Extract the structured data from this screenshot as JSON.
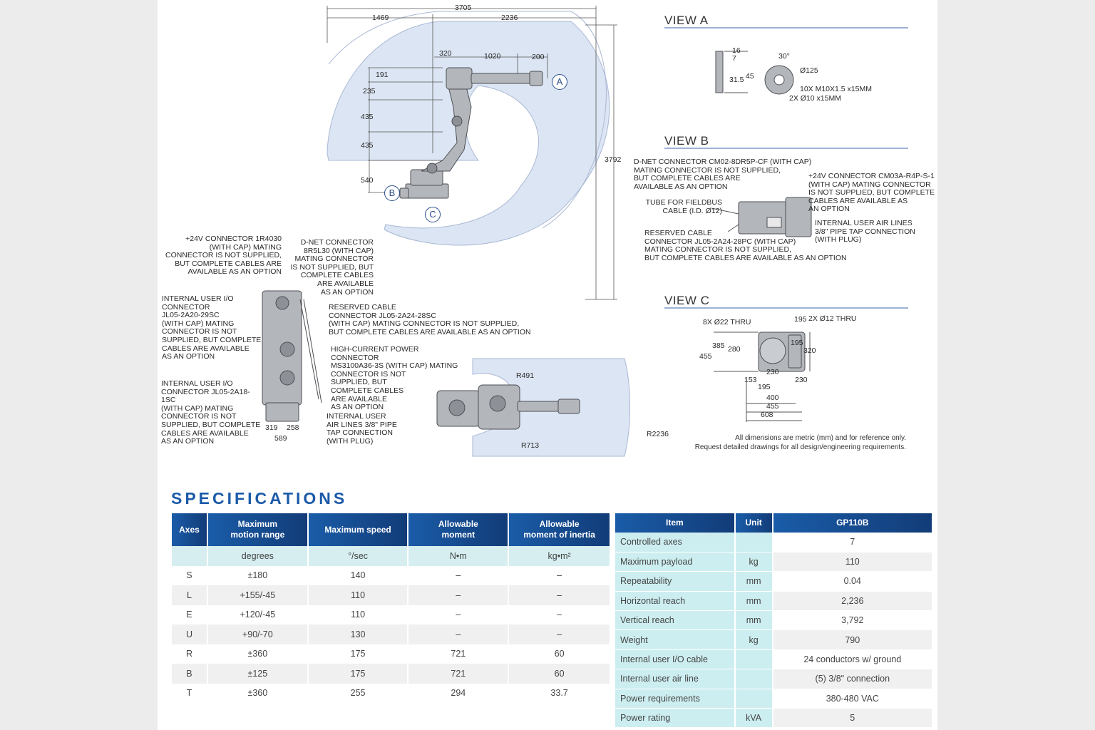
{
  "drawing": {
    "side_view": {
      "dims": {
        "total_width": "3705",
        "left_width": "1469",
        "right_width": "2236",
        "d320": "320",
        "d1020": "1020",
        "d200": "200",
        "d191": "191",
        "d235": "235",
        "d435a": "435",
        "d435b": "435",
        "d540": "540",
        "height": "3792"
      },
      "callouts": {
        "a": "A",
        "b": "B",
        "c": "C"
      }
    },
    "top_view": {
      "r491": "R491",
      "r713": "R713",
      "r2236": "R2236"
    },
    "rear_view": {
      "d319": "319",
      "d258": "258",
      "d589": "589"
    },
    "notes": {
      "conn_24v_1r4030": "+24V CONNECTOR 1R4030\n(WITH CAP) MATING\nCONNECTOR IS NOT SUPPLIED,\nBUT COMPLETE CABLES ARE\nAVAILABLE AS AN OPTION",
      "dnet_8r5l30": "D-NET CONNECTOR\n8R5L30 (WITH CAP)\nMATING CONNECTOR\nIS NOT SUPPLIED, BUT\nCOMPLETE CABLES\nARE AVAILABLE\nAS AN OPTION",
      "internal_io_29sc": "INTERNAL USER I/O\nCONNECTOR\nJL05-2A20-29SC\n(WITH CAP) MATING\nCONNECTOR IS NOT\nSUPPLIED, BUT COMPLETE\nCABLES ARE AVAILABLE\nAS AN OPTION",
      "reserved_28sc": "RESERVED CABLE\nCONNECTOR JL05-2A24-28SC\n(WITH CAP) MATING CONNECTOR IS NOT SUPPLIED,\nBUT COMPLETE CABLES ARE AVAILABLE AS AN OPTION",
      "high_current": "HIGH-CURRENT POWER CONNECTOR\nMS3100A36-3S (WITH CAP) MATING\nCONNECTOR IS NOT\nSUPPLIED, BUT\nCOMPLETE CABLES\nARE AVAILABLE\nAS AN OPTION",
      "internal_io_1sc": "INTERNAL USER I/O\nCONNECTOR JL05-2A18-1SC\n(WITH CAP) MATING\nCONNECTOR IS NOT\nSUPPLIED, BUT COMPLETE\nCABLES ARE AVAILABLE\nAS AN OPTION",
      "air_lines": "INTERNAL USER\nAIR LINES 3/8\" PIPE\nTAP CONNECTION\n(WITH PLUG)"
    },
    "view_a": {
      "title": "VIEW A",
      "d16": "16",
      "d7": "7",
      "d31_5": "31.5",
      "d45": "45",
      "angle": "30°",
      "dia": "Ø125",
      "holes1": "10X M10X1.5 x15MM",
      "holes2": "2X Ø10 x15MM"
    },
    "view_b": {
      "title": "VIEW B",
      "dnet": "D-NET CONNECTOR CM02-8DR5P-CF (WITH CAP)\nMATING CONNECTOR IS NOT SUPPLIED,\nBUT COMPLETE CABLES ARE\nAVAILABLE AS AN OPTION",
      "conn24": "+24V CONNECTOR CM03A-R4P-S-1\n(WITH CAP) MATING CONNECTOR\nIS NOT SUPPLIED, BUT COMPLETE\nCABLES ARE AVAILABLE AS\nAN OPTION",
      "tube": "TUBE FOR FIELDBUS\nCABLE (I.D. Ø12)",
      "air": "INTERNAL USER AIR LINES\n3/8\" PIPE TAP CONNECTION\n(WITH PLUG)",
      "reserved": "RESERVED CABLE\nCONNECTOR JL05-2A24-28PC (WITH CAP)\nMATING CONNECTOR IS NOT SUPPLIED,\nBUT COMPLETE CABLES ARE AVAILABLE AS AN OPTION"
    },
    "view_c": {
      "title": "VIEW C",
      "thru8": "8X Ø22 THRU",
      "thru2": "2X Ø12 THRU",
      "d195top": "195",
      "d385": "385",
      "d280": "280",
      "d455l": "455",
      "d195r": "195",
      "d320": "320",
      "d230a": "230",
      "d153": "153",
      "d230b": "230",
      "d195b": "195",
      "d400": "400",
      "d455b": "455",
      "d608": "608"
    },
    "disclaimer": "All dimensions are metric (mm) and for reference only.\nRequest detailed drawings for all design/engineering requirements."
  },
  "specifications": {
    "title": "SPECIFICATIONS",
    "axes_table": {
      "headers": [
        "Axes",
        "Maximum\nmotion range",
        "Maximum speed",
        "Allowable\nmoment",
        "Allowable\nmoment of inertia"
      ],
      "units": [
        "",
        "degrees",
        "°/sec",
        "N•m",
        "kg•m²"
      ],
      "rows": [
        [
          "S",
          "±180",
          "140",
          "–",
          "–"
        ],
        [
          "L",
          "+155/-45",
          "110",
          "–",
          "–"
        ],
        [
          "E",
          "+120/-45",
          "110",
          "–",
          "–"
        ],
        [
          "U",
          "+90/-70",
          "130",
          "–",
          "–"
        ],
        [
          "R",
          "±360",
          "175",
          "721",
          "60"
        ],
        [
          "B",
          "±125",
          "175",
          "721",
          "60"
        ],
        [
          "T",
          "±360",
          "255",
          "294",
          "33.7"
        ]
      ]
    },
    "item_table": {
      "headers": [
        "Item",
        "Unit",
        "GP110B"
      ],
      "rows": [
        [
          "Controlled axes",
          "",
          "7"
        ],
        [
          "Maximum payload",
          "kg",
          "110"
        ],
        [
          "Repeatability",
          "mm",
          "0.04"
        ],
        [
          "Horizontal reach",
          "mm",
          "2,236"
        ],
        [
          "Vertical reach",
          "mm",
          "3,792"
        ],
        [
          "Weight",
          "kg",
          "790"
        ],
        [
          "Internal user I/O cable",
          "",
          "24 conductors w/ ground"
        ],
        [
          "Internal user air line",
          "",
          "(5) 3/8\" connection"
        ],
        [
          "Power requirements",
          "",
          "380-480 VAC"
        ],
        [
          "Power rating",
          "kVA",
          "5"
        ]
      ]
    }
  }
}
